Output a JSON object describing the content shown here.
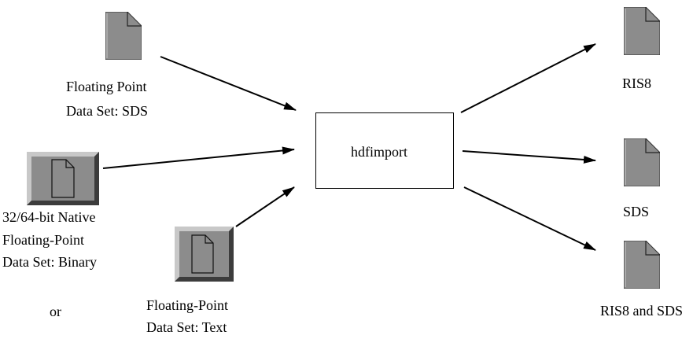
{
  "inputs": {
    "sds": {
      "icon": "document-icon",
      "line1": "Floating Point",
      "line2": "Data Set: SDS"
    },
    "binary": {
      "icon": "document-icon",
      "line1": "32/64-bit Native",
      "line2": "Floating-Point",
      "line3": "Data Set: Binary"
    },
    "or_text": "or",
    "text": {
      "icon": "document-icon",
      "line1": "Floating-Point",
      "line2": "Data Set: Text"
    }
  },
  "process": {
    "label": "hdfimport"
  },
  "outputs": {
    "ris8": {
      "icon": "document-icon",
      "label": "RIS8"
    },
    "sds": {
      "icon": "document-icon",
      "label": "SDS"
    },
    "ris8_sds": {
      "icon": "document-icon",
      "label": "RIS8 and SDS"
    }
  },
  "colors": {
    "icon_fill": "#8c8c8c",
    "icon_bevel_light": "#c8c8c8",
    "icon_bevel_dark": "#3c3c3c",
    "stroke": "#000000"
  }
}
